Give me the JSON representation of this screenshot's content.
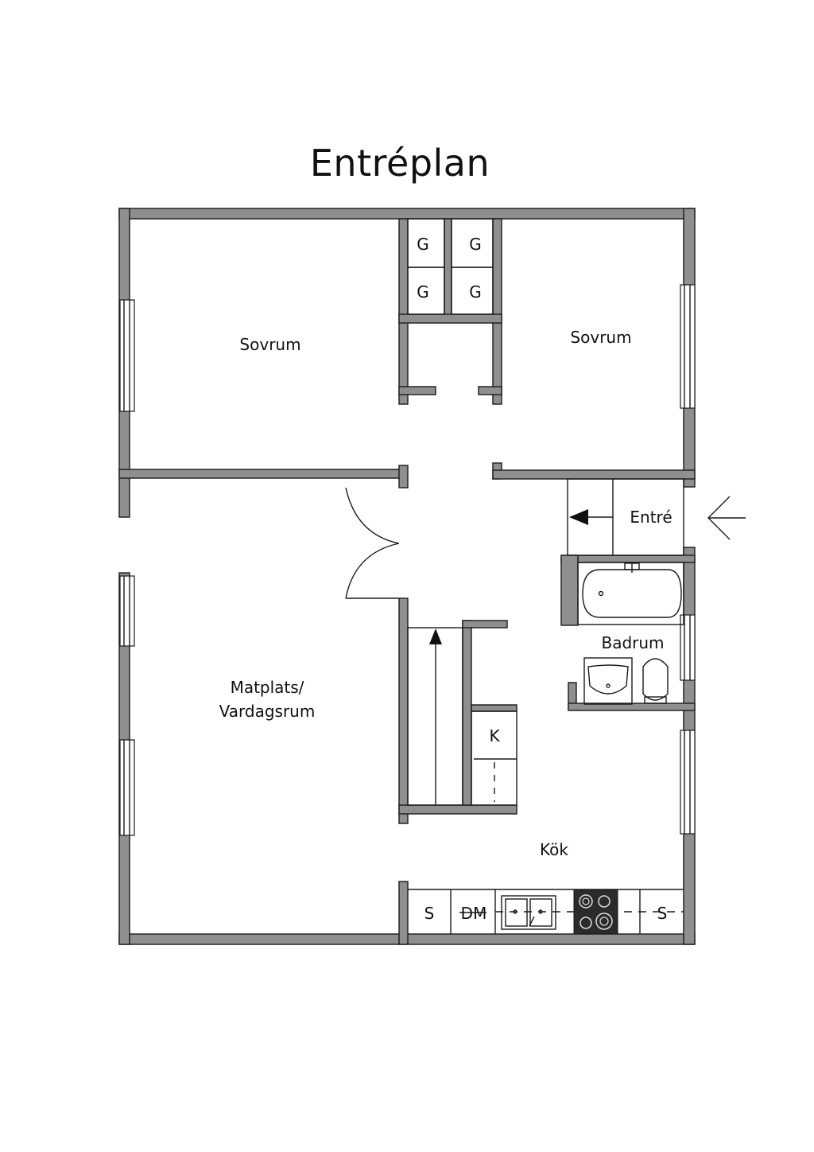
{
  "title": "Entréplan",
  "rooms": {
    "bedroom_left": "Sovrum",
    "bedroom_right": "Sovrum",
    "living_line1": "Matplats/",
    "living_line2": "Vardagsrum",
    "entrance": "Entré",
    "bathroom": "Badrum",
    "kitchen": "Kök"
  },
  "fixtures": {
    "wardrobe": [
      "G",
      "G",
      "G",
      "G"
    ],
    "closet_k": "K",
    "kitchen_s_left": "S",
    "dishwasher": "DM",
    "kitchen_s_right": "S"
  },
  "colors": {
    "wall_fill": "#8f8f8f",
    "line": "#1a1a1a",
    "stove": "#2b2b2b"
  }
}
